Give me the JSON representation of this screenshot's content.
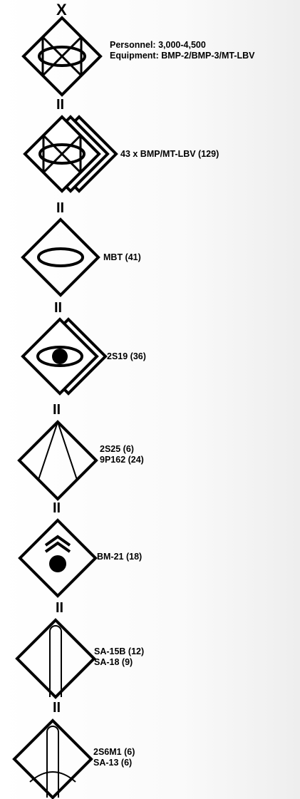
{
  "units": [
    {
      "id": "brigade",
      "echelon": "X",
      "symbol": "mechanized-infantry-icon",
      "labels": [
        "Personnel: 3,000-4,500",
        "Equipment: BMP-2/BMP-3/MT-LBV"
      ]
    },
    {
      "id": "mech-battalion",
      "echelon": "II",
      "symbol": "mechanized-infantry-icon",
      "labels": [
        "43 x BMP/MT-LBV (129)"
      ]
    },
    {
      "id": "tank-battalion",
      "echelon": "II",
      "symbol": "armor-icon",
      "labels": [
        "MBT (41)"
      ]
    },
    {
      "id": "sp-artillery-battalion",
      "echelon": "II",
      "symbol": "self-propelled-artillery-icon",
      "labels": [
        "2S19 (36)"
      ]
    },
    {
      "id": "antitank-battalion",
      "echelon": "II",
      "symbol": "antitank-icon",
      "labels": [
        "2S25 (6)",
        "9P162 (24)"
      ]
    },
    {
      "id": "rocket-artillery-battalion",
      "echelon": "II",
      "symbol": "rocket-artillery-icon",
      "labels": [
        "BM-21 (18)"
      ]
    },
    {
      "id": "air-defense-missile-battalion",
      "echelon": "II",
      "symbol": "air-defense-missile-icon",
      "labels": [
        "SA-15B (12)",
        "SA-18 (9)"
      ]
    },
    {
      "id": "air-defense-gun-missile-battalion",
      "echelon": "II",
      "symbol": "air-defense-gun-missile-icon",
      "labels": [
        "2S6M1 (6)",
        "SA-13 (6)"
      ]
    }
  ]
}
